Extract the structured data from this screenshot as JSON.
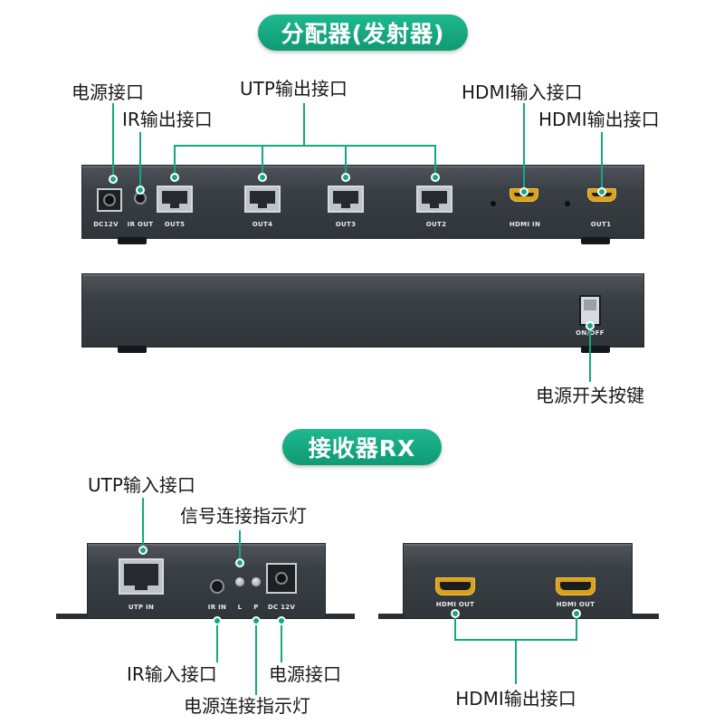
{
  "headings": {
    "splitter": "分配器(发射器)",
    "receiver": "接收器RX"
  },
  "splitter_labels": {
    "power_port": "电源接口",
    "ir_out_port": "IR输出接口",
    "utp_out_port": "UTP输出接口",
    "hdmi_in_port": "HDMI输入接口",
    "hdmi_out_port": "HDMI输出接口",
    "power_switch": "电源开关按键"
  },
  "splitter_panel": {
    "dc": "DC12V",
    "ir_out": "IR OUT",
    "out5": "OUT5",
    "out4": "OUT4",
    "out3": "OUT3",
    "out2": "OUT2",
    "hdmi_in": "HDMI IN",
    "out1": "OUT1",
    "on_off": "ON/OFF"
  },
  "receiver_labels": {
    "utp_in_port": "UTP输入接口",
    "signal_led": "信号连接指示灯",
    "ir_in_port": "IR输入接口",
    "power_port": "电源接口",
    "power_led": "电源连接指示灯",
    "hdmi_out_port": "HDMI输出接口"
  },
  "receiver_panel": {
    "utp_in": "UTP IN",
    "ir_in": "IR IN",
    "l": "L",
    "p": "P",
    "dc": "DC 12V",
    "hdmi_out_1": "HDMI OUT",
    "hdmi_out_2": "HDMI OUT"
  },
  "colors": {
    "accent": "#14a882",
    "device": "#3a3f44",
    "hdmi_gold": "#d9a21a"
  }
}
